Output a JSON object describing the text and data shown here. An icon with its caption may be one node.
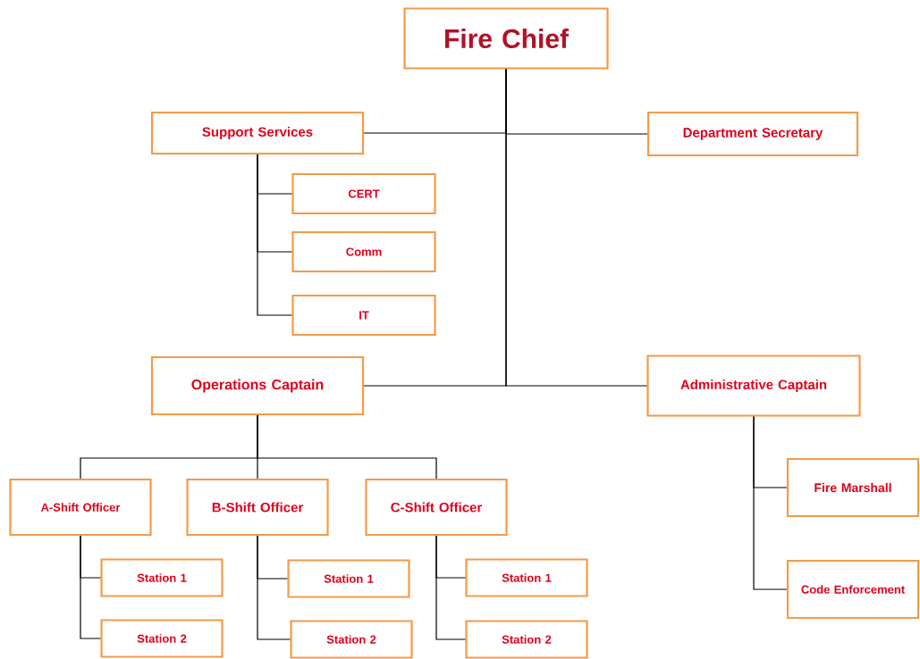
{
  "diagram": {
    "nodes": [
      {
        "text": [
          "Fire Chief"
        ]
      },
      {
        "text": [
          "Support Services"
        ]
      },
      {
        "text": [
          "Department Secretary"
        ]
      },
      {
        "text": [
          "CERT"
        ]
      },
      {
        "text": [
          "Comm"
        ]
      },
      {
        "text": [
          "IT"
        ]
      },
      {
        "text": [
          "Operations Captain"
        ]
      },
      {
        "text": [
          "Administrative Captain"
        ]
      },
      {
        "text": [
          "A-Shift Officer"
        ]
      },
      {
        "text": [
          "B-Shift Officer"
        ]
      },
      {
        "text": [
          "C-Shift Officer"
        ]
      },
      {
        "text": [
          "Station 1"
        ]
      },
      {
        "text": [
          "Station 2"
        ]
      },
      {
        "text": [
          "Station 1"
        ]
      },
      {
        "text": [
          "Station 2"
        ]
      },
      {
        "text": [
          "Station 1"
        ]
      },
      {
        "text": [
          "Station 2"
        ]
      },
      {
        "text": [
          "Fire Marshall"
        ]
      },
      {
        "text": [
          "Code Enforcement"
        ]
      }
    ],
    "edges": [
      {
        "from": 0,
        "to": 1,
        "arrow": "none"
      },
      {
        "from": 0,
        "to": 2,
        "arrow": "none"
      },
      {
        "from": 0,
        "to": 6,
        "arrow": "none"
      },
      {
        "from": 0,
        "to": 7,
        "arrow": "none"
      },
      {
        "from": 1,
        "to": 3,
        "arrow": "none"
      },
      {
        "from": 1,
        "to": 4,
        "arrow": "none"
      },
      {
        "from": 1,
        "to": 5,
        "arrow": "none"
      },
      {
        "from": 6,
        "to": 8,
        "arrow": "none"
      },
      {
        "from": 6,
        "to": 9,
        "arrow": "none"
      },
      {
        "from": 6,
        "to": 10,
        "arrow": "none"
      },
      {
        "from": 8,
        "to": 11,
        "arrow": "none"
      },
      {
        "from": 8,
        "to": 12,
        "arrow": "none"
      },
      {
        "from": 9,
        "to": 13,
        "arrow": "none"
      },
      {
        "from": 9,
        "to": 14,
        "arrow": "none"
      },
      {
        "from": 10,
        "to": 15,
        "arrow": "none"
      },
      {
        "from": 10,
        "to": 16,
        "arrow": "none"
      },
      {
        "from": 7,
        "to": 17,
        "arrow": "none"
      },
      {
        "from": 7,
        "to": 18,
        "arrow": "none"
      }
    ]
  }
}
